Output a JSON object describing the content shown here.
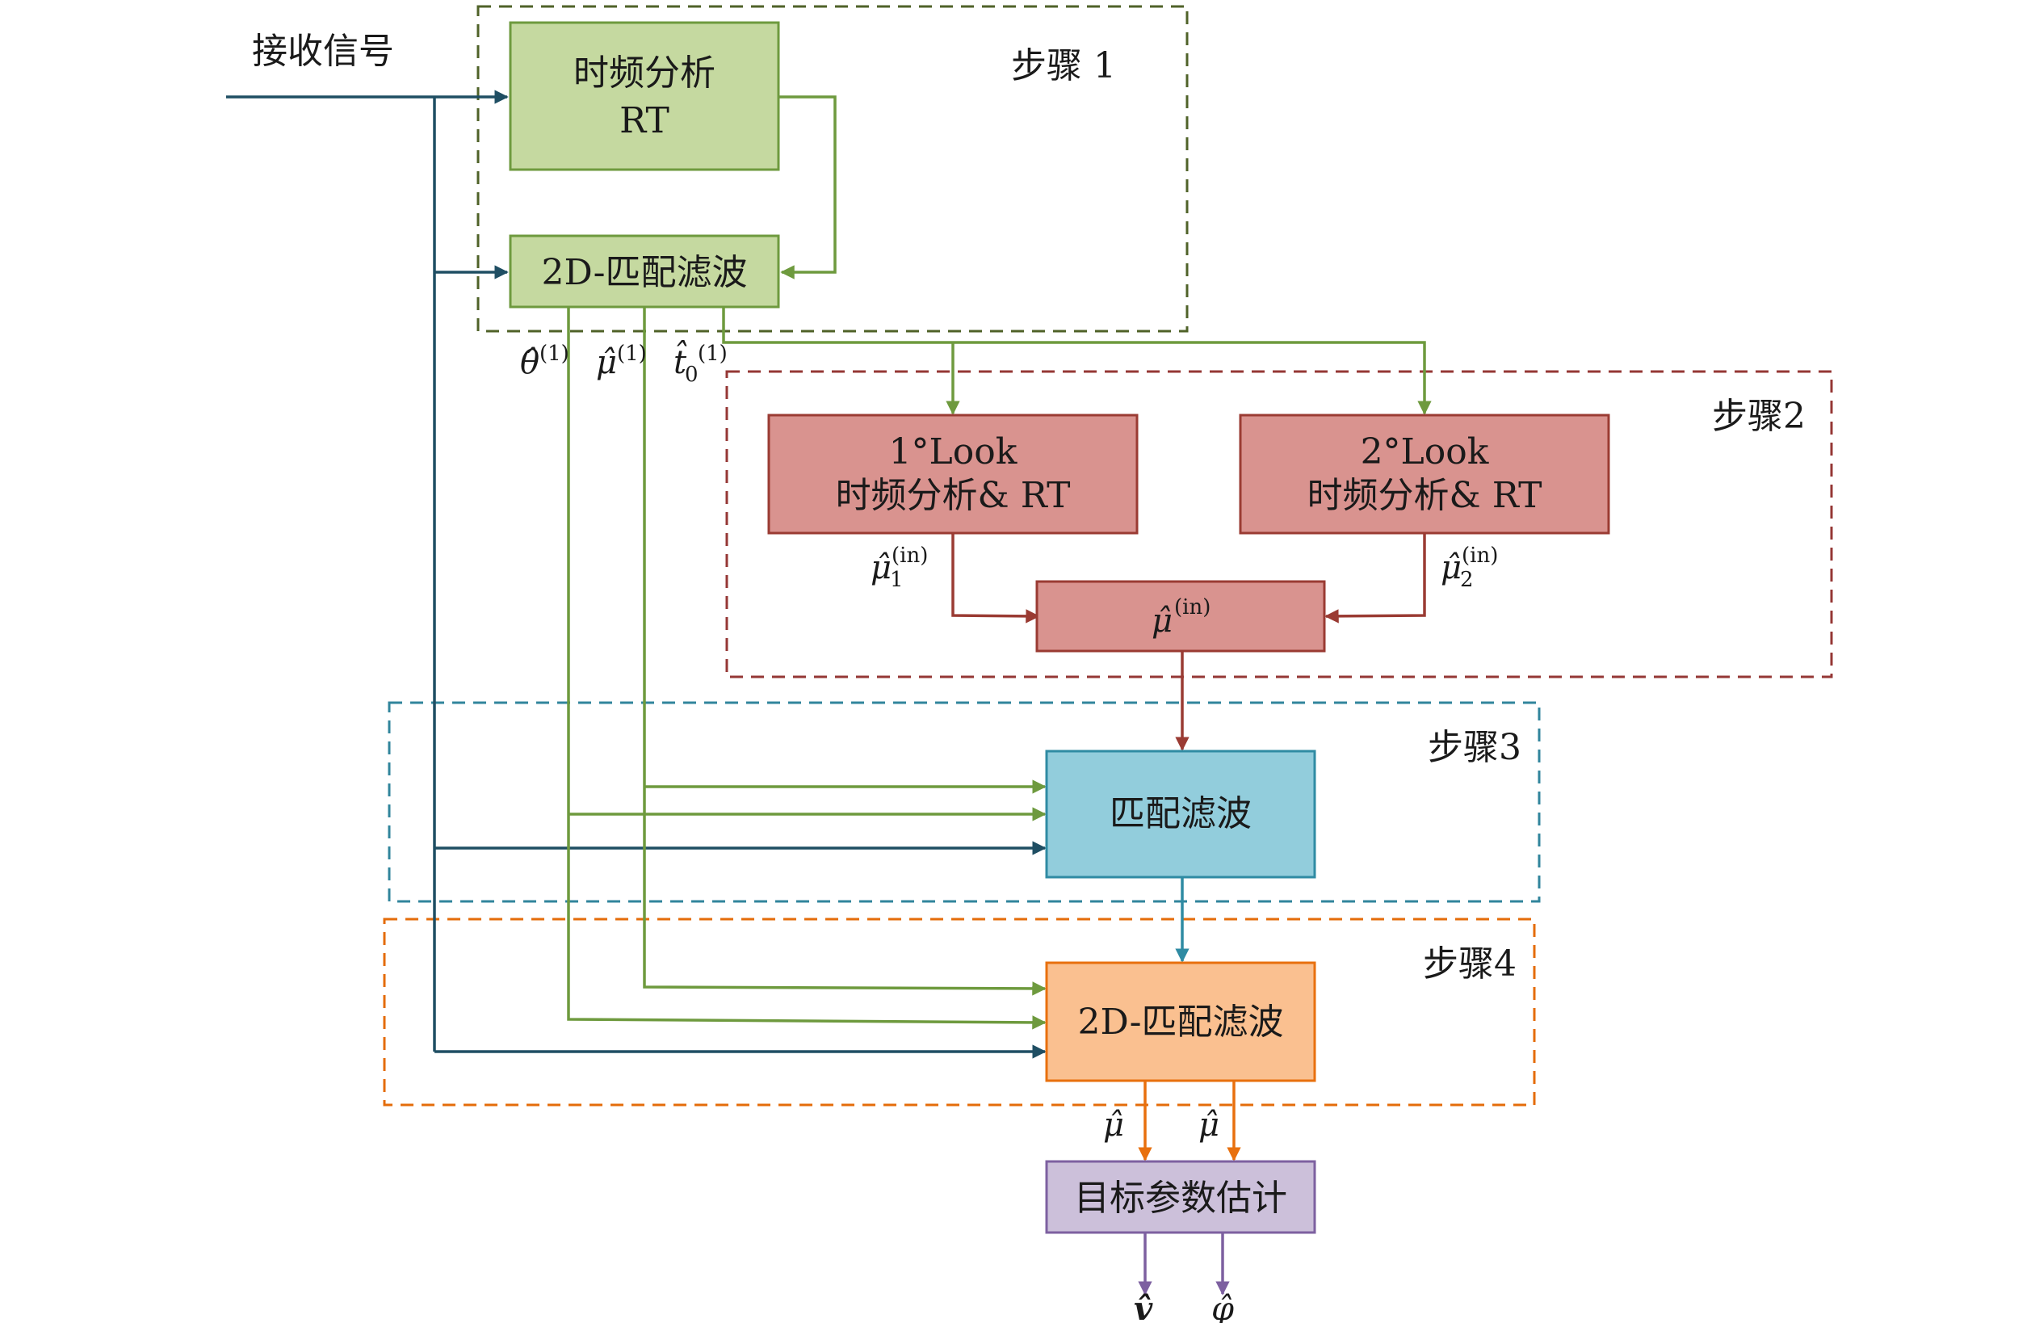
{
  "colors": {
    "green_fill": "#c5d9a0",
    "green_stroke": "#6e9a3e",
    "red_fill": "#d9938f",
    "red_stroke": "#9a3b33",
    "blue_fill": "#92cddc",
    "blue_stroke": "#2f8ba3",
    "orange_fill": "#fac090",
    "orange_stroke": "#e8700e",
    "purple_fill": "#ccc0da",
    "purple_stroke": "#7d60a0",
    "dark_teal": "#1f4e63",
    "step1_border": "#4f6228",
    "step2_border": "#953735",
    "step3_border": "#31859c",
    "step4_border": "#e46c0a"
  },
  "input_label": "接收信号",
  "steps": {
    "step1": "步骤 1",
    "step2": "步骤2",
    "step3": "步骤3",
    "step4": "步骤4"
  },
  "blocks": {
    "tf_rt": {
      "line1": "时频分析",
      "line2": "RT"
    },
    "mf2d_1": "2D-匹配滤波",
    "look1": {
      "line1": "1°Look",
      "line2": "时频分析& RT"
    },
    "look2": {
      "line1": "2°Look",
      "line2": "时频分析& RT"
    },
    "mu_in": {
      "sym": "μ̂",
      "sup": "(in)"
    },
    "mf": "匹配滤波",
    "mf2d_2": "2D-匹配滤波",
    "estimate": "目标参数估计"
  },
  "signal_labels": {
    "theta1": {
      "sym": "θ̂",
      "sup": "(1)"
    },
    "mu1": {
      "sym": "μ̂",
      "sup": "(1)"
    },
    "t01": {
      "sym": "t̂",
      "sub": "0",
      "sup": "(1)"
    },
    "mu_in_1": {
      "sym": "μ̂",
      "sub": "1",
      "sup": "(in)"
    },
    "mu_in_2": {
      "sym": "μ̂",
      "sub": "2",
      "sup": "(in)"
    },
    "mu_hat_a": "μ̂",
    "mu_hat_b": "μ̂"
  },
  "outputs": {
    "v_hat": "v̂",
    "phi_hat": "φ̂"
  }
}
